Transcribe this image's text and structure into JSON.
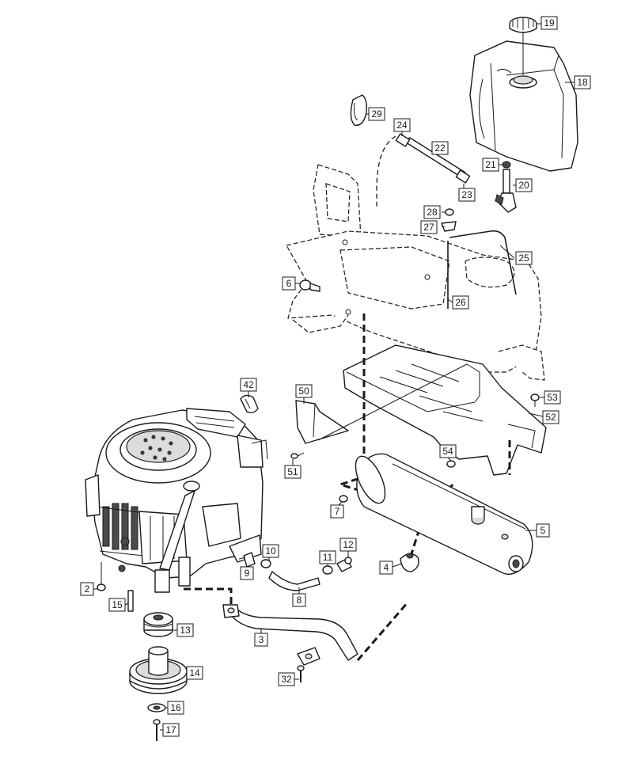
{
  "callouts": {
    "c19": "19",
    "c18": "18",
    "c29": "29",
    "c24": "24",
    "c22": "22",
    "c21": "21",
    "c20": "20",
    "c23": "23",
    "c28": "28",
    "c27": "27",
    "c25": "25",
    "c6": "6",
    "c26": "26",
    "c42": "42",
    "c50": "50",
    "c53": "53",
    "c52": "52",
    "c54": "54",
    "c51": "51",
    "c7": "7",
    "c5": "5",
    "c10": "10",
    "c12": "12",
    "c9": "9",
    "c11": "11",
    "c4": "4",
    "c2": "2",
    "c8": "8",
    "c15": "15",
    "c13": "13",
    "c3": "3",
    "c14": "14",
    "c32": "32",
    "c16": "16",
    "c17": "17"
  }
}
